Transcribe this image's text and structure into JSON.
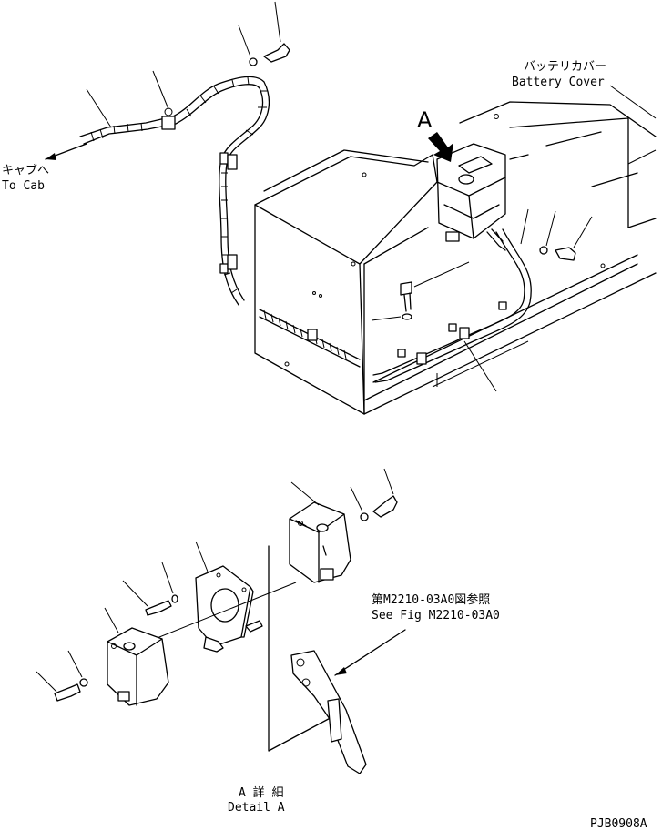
{
  "labels": {
    "battery_cover_jp": "バッテリカバー",
    "battery_cover_en": "Battery Cover",
    "to_cab_jp": "キャブへ",
    "to_cab_en": "To Cab",
    "view_letter": "A",
    "see_fig_jp": "第M2210-03A0図参照",
    "see_fig_en": "See Fig M2210-03A0",
    "detail_jp": "A 詳 細",
    "detail_en": "Detail A",
    "drawing_code": "PJB0908A"
  }
}
